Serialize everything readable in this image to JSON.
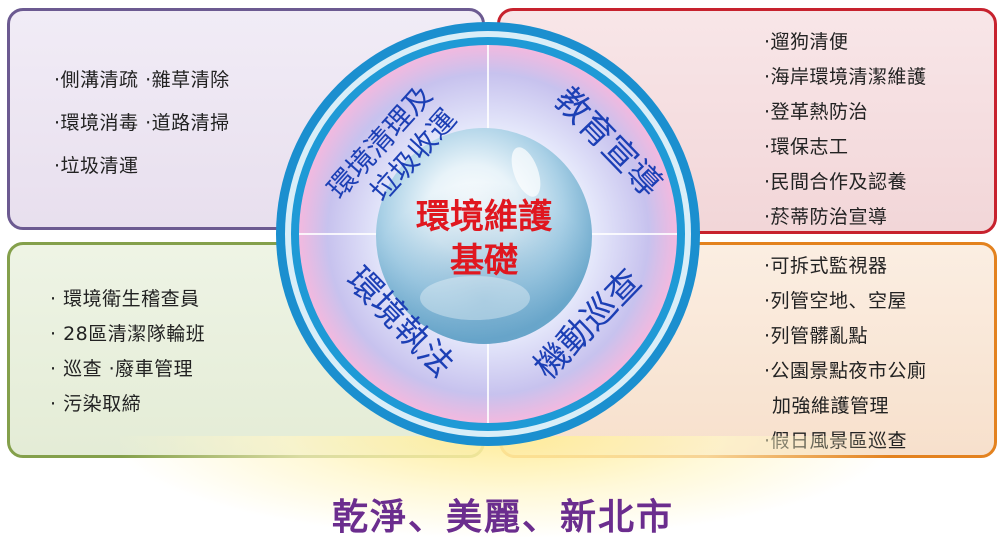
{
  "diagram": {
    "center": {
      "line1": "環境維護",
      "line2": "基礎"
    },
    "quadrants": {
      "top_left": "環境清理及垃圾收運",
      "top_right": "教育宣導",
      "bottom_left": "環境執法",
      "bottom_right": "機動巡查"
    },
    "boxes": {
      "top_left": [
        "·側溝清疏 ·雜草清除",
        "·環境消毒 ·道路清掃",
        "·垃圾清運"
      ],
      "top_right": [
        "·遛狗清便",
        "·海岸環境清潔維護",
        "·登革熱防治",
        "·環保志工",
        "·民間合作及認養",
        "·菸蒂防治宣導"
      ],
      "bottom_left": [
        "· 環境衛生稽查員",
        "· 28區清潔隊輪班",
        "· 巡查 ·廢車管理",
        "· 污染取締"
      ],
      "bottom_right": [
        "·可拆式監視器",
        "·列管空地、空屋",
        "·列管髒亂點",
        "·公園景點夜市公廁",
        "加強維護管理",
        "·假日風景區巡查"
      ]
    },
    "slogan": "乾淨、美麗、新北市",
    "colors": {
      "top_left_border": "#6c5a91",
      "top_right_border": "#c7222e",
      "bottom_left_border": "#84a04b",
      "bottom_right_border": "#e3821f",
      "ring_outer": "#1b8fcf",
      "center_text": "#e0171f",
      "quadrant_text": "#1c3fb5",
      "slogan": "#6b2d8e"
    }
  }
}
